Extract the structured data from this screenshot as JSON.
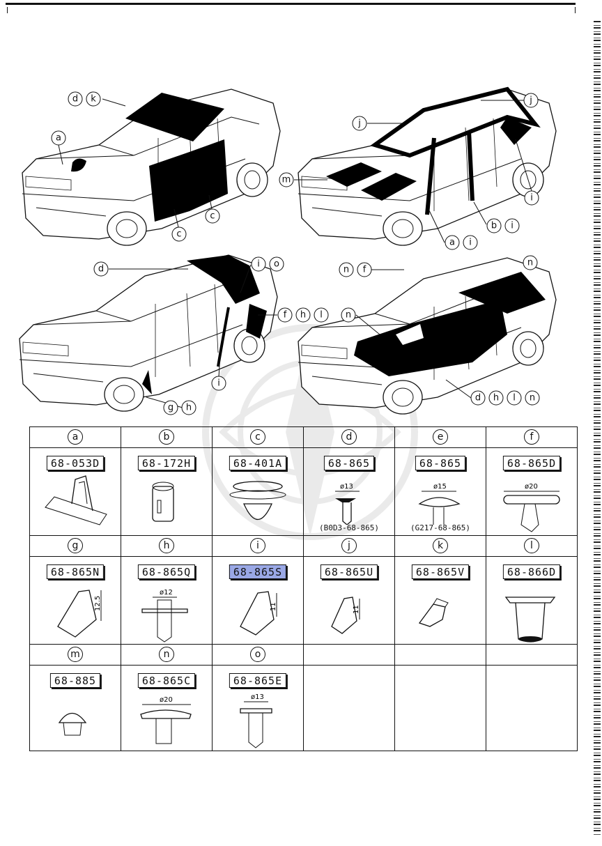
{
  "callouts": {
    "car1": {
      "dk_d": "d",
      "dk_k": "k",
      "a": "a",
      "c1": "c",
      "c2": "c"
    },
    "car2": {
      "j1": "j",
      "j2": "j",
      "m": "m",
      "i": "i",
      "b": "b",
      "bi_i": "i",
      "a": "a",
      "ai_i": "i"
    },
    "car3": {
      "d": "d",
      "i1": "i",
      "o": "o",
      "f": "f",
      "h": "h",
      "l": "l",
      "i2": "i",
      "g": "g",
      "gh_h": "h"
    },
    "car4": {
      "n1": "n",
      "f": "f",
      "n2": "n",
      "n3": "n",
      "d": "d",
      "h": "h",
      "l": "l",
      "n4": "n"
    }
  },
  "parts": [
    {
      "letter": "a",
      "number": "68-053D",
      "sub": ""
    },
    {
      "letter": "b",
      "number": "68-172H",
      "sub": ""
    },
    {
      "letter": "c",
      "number": "68-401A",
      "sub": ""
    },
    {
      "letter": "d",
      "number": "68-865",
      "sub": "(B0D3-68-865)",
      "dim": "ø13"
    },
    {
      "letter": "e",
      "number": "68-865",
      "sub": "(G217-68-865)",
      "dim": "ø15"
    },
    {
      "letter": "f",
      "number": "68-865D",
      "sub": "",
      "dim": "ø20"
    },
    {
      "letter": "g",
      "number": "68-865N",
      "sub": "",
      "dim": "12.5"
    },
    {
      "letter": "h",
      "number": "68-865Q",
      "sub": "",
      "dim": "ø12"
    },
    {
      "letter": "i",
      "number": "68-865S",
      "sub": "",
      "dim": "11"
    },
    {
      "letter": "j",
      "number": "68-865U",
      "sub": "",
      "dim": "11"
    },
    {
      "letter": "k",
      "number": "68-865V",
      "sub": ""
    },
    {
      "letter": "l",
      "number": "68-866D",
      "sub": ""
    },
    {
      "letter": "m",
      "number": "68-885",
      "sub": ""
    },
    {
      "letter": "n",
      "number": "68-865C",
      "sub": "",
      "dim": "ø20"
    },
    {
      "letter": "o",
      "number": "68-865E",
      "sub": "",
      "dim": "ø13"
    }
  ],
  "highlight_color": "#9aa8e6"
}
